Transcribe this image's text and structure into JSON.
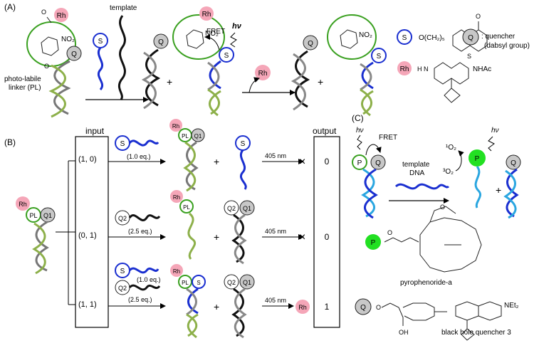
{
  "panels": {
    "a": {
      "label": "(A)"
    },
    "b": {
      "label": "(B)"
    },
    "c": {
      "label": "(C)"
    }
  },
  "labels": {
    "template": "template",
    "fret": "FRET",
    "hv": "hν",
    "photolabile_line1": "photo-labile",
    "photolabile_line2": "linker (PL)",
    "quencher_desc_line1": ": quencher",
    "quencher_desc_line2": "(dabsyl group)",
    "s_substituent": "O(CH₂)₅",
    "rh_nh": "H N",
    "rh_nhac": "NHAc",
    "no2": "NO₂",
    "carbonyl_o": "O",
    "input": "input",
    "output": "output",
    "nm405": "405 nm",
    "eq1": "(1.0 eq.)",
    "eq25": "(2.5 eq.)",
    "template_dna_line1": "template",
    "template_dna_line2": "DNA",
    "singlet_o2": "¹O₂",
    "triplet_o2": "³O₂",
    "pyropheophorbide": "pyrophenoride-a",
    "bhq3": "black hole quencher 3",
    "net2": "NEt₂",
    "oh": "OH",
    "cross": "×"
  },
  "markers": {
    "S": "S",
    "Q": "Q",
    "Rh": "Rh",
    "P": "P",
    "PL": "PL",
    "Q1": "Q1",
    "Q2": "Q2"
  },
  "inputs": [
    "(1, 0)",
    "(0, 1)",
    "(1, 1)"
  ],
  "outputs": [
    "0",
    "0",
    "1"
  ],
  "colors": {
    "green": "#3aa020",
    "blue": "#1a2fd0",
    "pink": "#f5a6b8",
    "gray": "#c8c8c8",
    "olive": "#8db04a",
    "cyan": "#2aa6e0",
    "bright_green": "#22e022"
  }
}
